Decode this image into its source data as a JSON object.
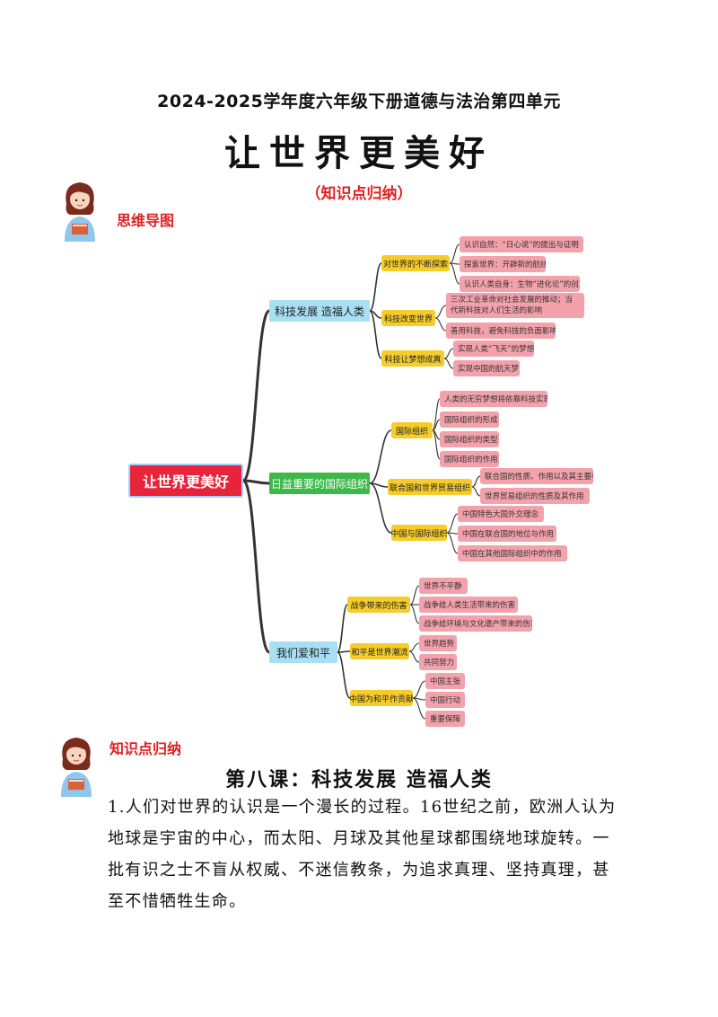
{
  "header": {
    "doc_title": "2024-2025学年度六年级下册道德与法治第四单元",
    "big_title": "让世界更美好",
    "subtitle": "（知识点归纳）"
  },
  "section_mindmap": {
    "label": "思维导图",
    "avatar_icon": "girl-with-book-icon"
  },
  "mindmap": {
    "root": "让世界更美好",
    "branches": [
      {
        "label": "科技发展 造福人类",
        "color": "#a8dff3",
        "subs": [
          {
            "label": "对世界的不断探索",
            "leaves": [
              "认识自然：“日心说”的提出与证明",
              "探索世界：开辟新的航线",
              "认识人类自身：生物“进化论”的创立"
            ]
          },
          {
            "label": "科技改变世界",
            "leaves": [
              "三次工业革命对社会发展的推动；当代新科技对人们生活的影响",
              "善用科技，避免科技的负面影响"
            ]
          },
          {
            "label": "科技让梦想成真",
            "leaves": [
              "实现人类“飞天”的梦想",
              "实现中国的航天梦"
            ]
          }
        ]
      },
      {
        "label": "日益重要的国际组织",
        "color": "#3db84a",
        "subs": [
          {
            "label": "国际组织",
            "leaves": [
              "人类的无穷梦想将依靠科技实现",
              "国际组织的形成",
              "国际组织的类型",
              "国际组织的作用"
            ]
          },
          {
            "label": "联合国和世界贸易组织",
            "leaves": [
              "联合国的性质、作用以及其主要机构",
              "世界贸易组织的性质及其作用"
            ]
          },
          {
            "label": "中国与国际组织",
            "leaves": [
              "中国特色大国外交理念",
              "中国在联合国的地位与作用",
              "中国在其他国际组织中的作用"
            ]
          }
        ]
      },
      {
        "label": "我们爱和平",
        "color": "#a8dff3",
        "subs": [
          {
            "label": "战争带来的伤害",
            "leaves": [
              "世界不平静",
              "战争给人类生活带来的伤害",
              "战争给环境与文化遗产带来的伤害"
            ]
          },
          {
            "label": "和平是世界潮流",
            "leaves": [
              "世界趋势",
              "共同努力"
            ]
          },
          {
            "label": "中国为和平作贡献",
            "leaves": [
              "中国主张",
              "中国行动",
              "重要保障"
            ]
          }
        ]
      }
    ]
  },
  "section_knowledge": {
    "label": "知识点归纳",
    "avatar_icon": "girl-with-book-icon"
  },
  "lesson": {
    "title": "第八课：科技发展 造福人类",
    "paragraph": "1.人们对世界的认识是一个漫长的过程。16世纪之前，欧洲人认为地球是宇宙的中心，而太阳、月球及其他星球都围绕地球旋转。一批有识之士不盲从权威、不迷信教条，为追求真理、坚持真理，甚至不惜牺牲生命。"
  }
}
